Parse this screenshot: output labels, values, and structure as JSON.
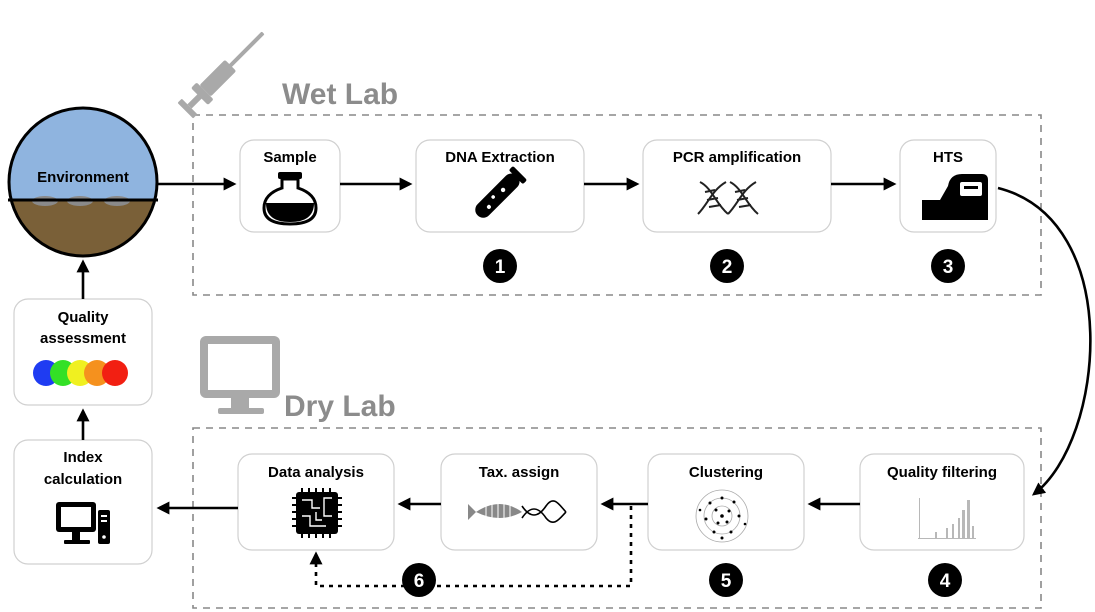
{
  "sections": {
    "wet_lab": "Wet Lab",
    "dry_lab": "Dry Lab"
  },
  "environment": "Environment",
  "wet_steps": [
    "Sample",
    "DNA Extraction",
    "PCR amplification",
    "HTS"
  ],
  "dry_steps": [
    "Quality filtering",
    "Clustering",
    "Tax. assign",
    "Data analysis"
  ],
  "side_steps": {
    "quality_line1": "Quality",
    "quality_line2": "assessment",
    "index_line1": "Index",
    "index_line2": "calculation"
  },
  "step_numbers": [
    "1",
    "2",
    "3",
    "4",
    "5",
    "6"
  ],
  "colors": {
    "sky": "#8fb4df",
    "soil": "#7a6038",
    "section_gray": "#8c8c8c",
    "quality_dots": [
      "#1f3cf2",
      "#33e026",
      "#f0f020",
      "#f5911e",
      "#f21f12"
    ]
  }
}
